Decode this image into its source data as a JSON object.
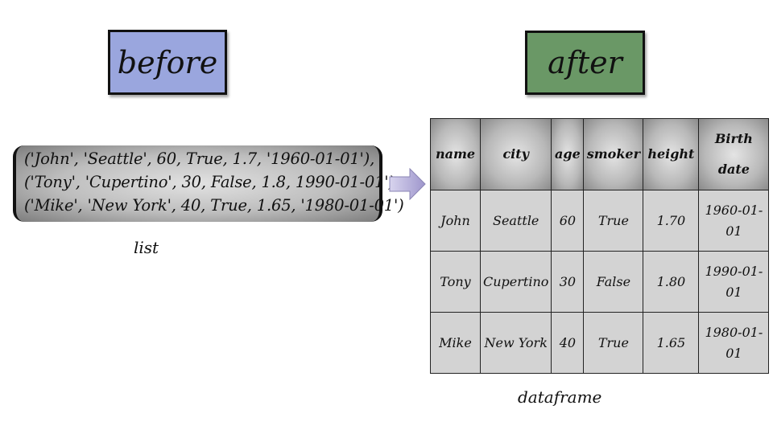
{
  "before_label": "before",
  "after_label": "after",
  "list": {
    "lines": [
      "('John', 'Seattle', 60, True, 1.7, '1960-01-01'),",
      "('Tony', 'Cupertino', 30, False, 1.8, 1990-01-01'),",
      "('Mike', 'New York', 40, True, 1.65, '1980-01-01')"
    ],
    "caption": "list"
  },
  "dataframe": {
    "columns": [
      "name",
      "city",
      "age",
      "smoker",
      "height",
      "Birth date"
    ],
    "rows": [
      [
        "John",
        "Seattle",
        "60",
        "True",
        "1.70",
        "1960-01-01"
      ],
      [
        "Tony",
        "Cupertino",
        "30",
        "False",
        "1.80",
        "1990-01-01"
      ],
      [
        "Mike",
        "New York",
        "40",
        "True",
        "1.65",
        "1980-01-01"
      ]
    ],
    "caption": "dataframe"
  },
  "colors": {
    "before_fill": "#9aa6de",
    "after_fill": "#6a9866",
    "arrow_fill": "#b6b0dc",
    "cell_fill": "#d3d3d3"
  }
}
